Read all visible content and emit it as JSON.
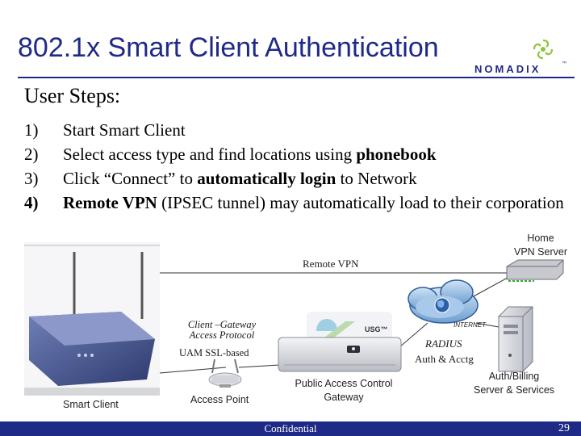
{
  "slide": {
    "title": "802.1x Smart Client Authentication",
    "subtitle": "User Steps:",
    "brand": {
      "name": "NOMADIX",
      "tm": "™",
      "color": "#1f2a86"
    }
  },
  "steps": [
    {
      "num": "1)",
      "parts": [
        {
          "text": "Start Smart Client",
          "bold": false
        }
      ]
    },
    {
      "num": "2)",
      "parts": [
        {
          "text": "Select access type and find locations using ",
          "bold": false
        },
        {
          "text": "phonebook",
          "bold": true
        }
      ]
    },
    {
      "num": "3)",
      "parts": [
        {
          "text": "Click “Connect” to ",
          "bold": false
        },
        {
          "text": "automatically login",
          "bold": true
        },
        {
          "text": " to Network",
          "bold": false
        }
      ]
    },
    {
      "num": "4)",
      "numBold": true,
      "parts": [
        {
          "text": "Remote VPN",
          "bold": true
        },
        {
          "text": " (IPSEC tunnel) may automatically load to their corporation",
          "bold": false
        }
      ]
    }
  ],
  "diagram": {
    "labels": {
      "home_vpn_line1": "Home",
      "home_vpn_line2": "VPN Server",
      "remote_vpn": "Remote VPN",
      "client_gateway_line1": "Client –Gateway",
      "client_gateway_line2": "Access Protocol",
      "uam": "UAM SSL-based",
      "internet": "INTERNET",
      "radius": "RADIUS",
      "auth_acctg": "Auth & Acctg",
      "usg": "USG™",
      "auth_billing_line1": "Auth/Billing",
      "auth_billing_line2": "Server & Services",
      "smart_client": "Smart Client",
      "access_point": "Access Point",
      "gateway_line1": "Public Access Control",
      "gateway_line2": "Gateway"
    },
    "icons": [
      "smart-client-device",
      "access-point",
      "gateway-device",
      "internet-cloud",
      "vpn-server",
      "billing-server"
    ]
  },
  "footer": {
    "confidential": "Confidential",
    "page": "29"
  }
}
